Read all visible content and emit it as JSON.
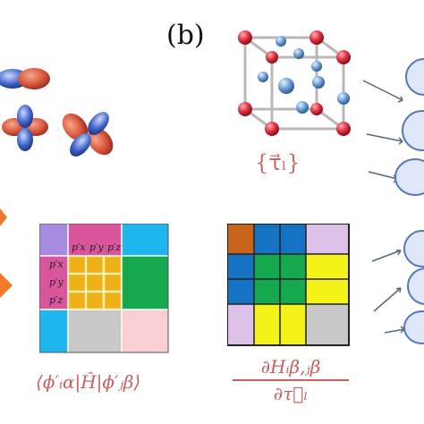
{
  "panel_label": "(b)",
  "tau_label": "{τ⃗ₗ}",
  "matrix_element_label": "⟨ϕ′ᵢα|Ĥ|ϕ′ⱼβ⟩",
  "derivative_numerator": "∂Hᵢβ,ⱼβ",
  "derivative_denominator": "∂τ⃗ₗ",
  "orbital_labels": {
    "top": [
      "p′x",
      "p′y",
      "p′z"
    ],
    "left": [
      "p′x",
      "p′y",
      "p′z"
    ]
  },
  "colors": {
    "purple": "#a78be0",
    "magenta": "#d9569c",
    "cyan": "#1fb6ef",
    "yellow": "#f7c21f",
    "green": "#16a84e",
    "gray": "#c8c8c8",
    "pink": "#f9cfd3",
    "orange": "#c8651b",
    "blue": "#1571c2",
    "lavender": "#dcc0e8",
    "bright_yellow": "#f5f21a",
    "red_atom": "#e0303e",
    "blue_atom": "#6d9fd6",
    "label_red": "#c95f5f",
    "arrow_orange": "#f07a2b"
  }
}
